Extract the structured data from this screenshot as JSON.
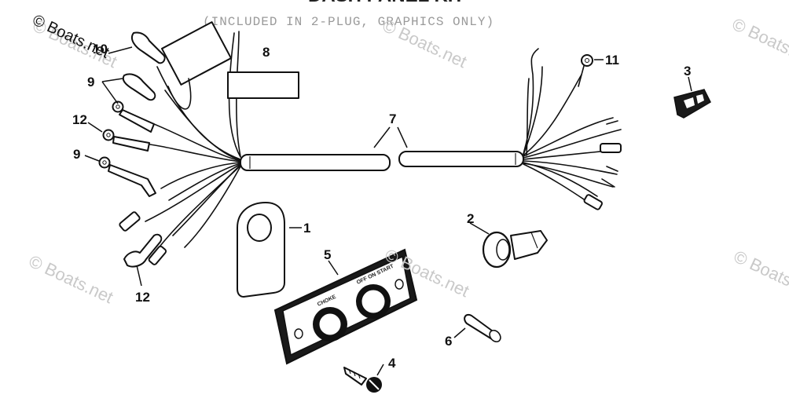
{
  "diagram": {
    "title": "DASH PANEL KIT",
    "subtitle": "(INCLUDED IN 2-PLUG, GRAPHICS ONLY)",
    "watermarks": [
      "© Boats.net",
      "© Boats.net",
      "© Boats.net",
      "© Boats.net",
      "© Boats.net",
      "© Boats.net",
      "© Boats.net"
    ],
    "plate_labels": [
      "CHOKE",
      "OFF ON START"
    ],
    "callouts": [
      {
        "id": "1",
        "part": "mounting-bracket"
      },
      {
        "id": "2",
        "part": "grommet-clip"
      },
      {
        "id": "3",
        "part": "wire-connector"
      },
      {
        "id": "4",
        "part": "screw"
      },
      {
        "id": "5",
        "part": "dash-plate"
      },
      {
        "id": "6",
        "part": "sleeve"
      },
      {
        "id": "7",
        "part": "wire-harness"
      },
      {
        "id": "8",
        "part": "tape"
      },
      {
        "id": "9",
        "part": "ring-terminal"
      },
      {
        "id": "9",
        "part": "ring-terminal"
      },
      {
        "id": "10",
        "part": "bullet-connector"
      },
      {
        "id": "11",
        "part": "ring-terminal"
      },
      {
        "id": "12",
        "part": "ring-terminal"
      },
      {
        "id": "12",
        "part": "bullet-connector"
      }
    ]
  }
}
